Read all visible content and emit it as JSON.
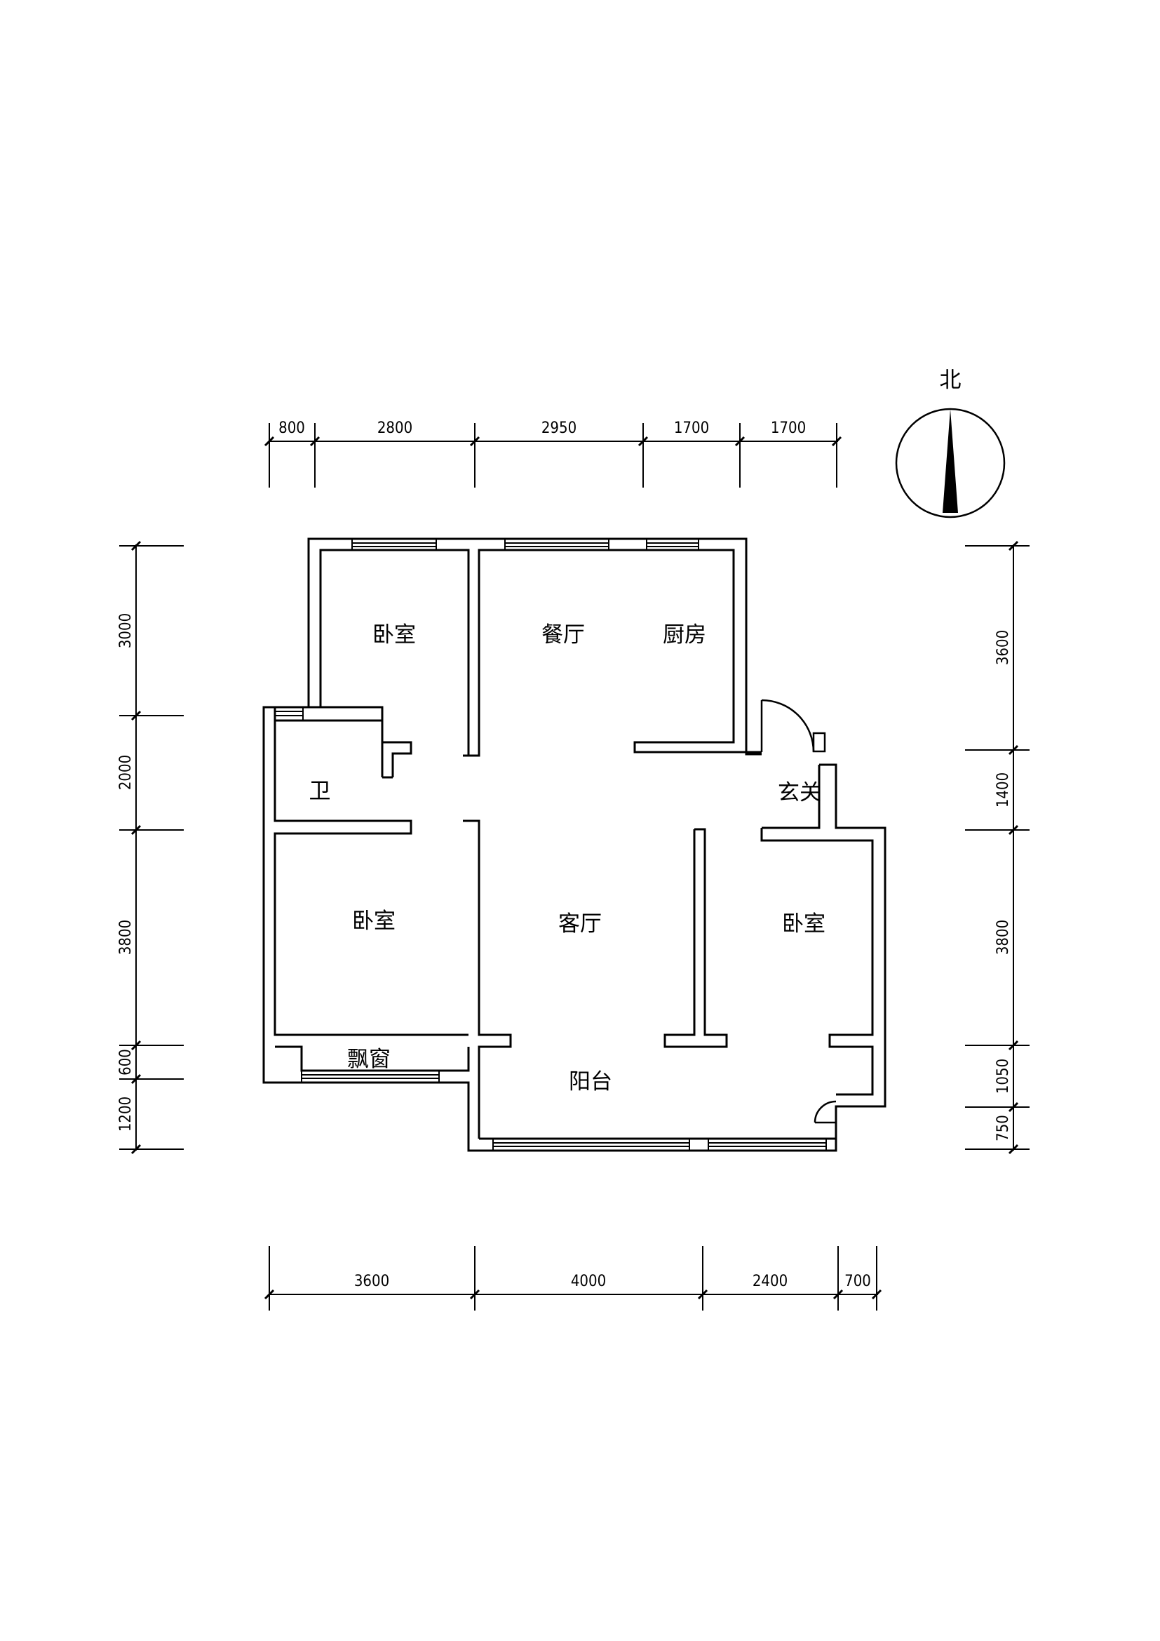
{
  "compass": {
    "label": "北"
  },
  "dimensions": {
    "top": [
      "800",
      "2800",
      "2950",
      "1700",
      "1700"
    ],
    "bottom": [
      "3600",
      "4000",
      "2400",
      "700"
    ],
    "left": [
      "3000",
      "2000",
      "3800",
      "600",
      "1200"
    ],
    "right": [
      "3600",
      "1400",
      "3800",
      "1050",
      "750"
    ]
  },
  "rooms": {
    "bedroom_north": "卧室",
    "dining": "餐厅",
    "kitchen": "厨房",
    "bathroom": "卫",
    "entry": "玄关",
    "bedroom_west": "卧室",
    "living": "客厅",
    "bedroom_east": "卧室",
    "bay_window": "飘窗",
    "balcony": "阳台"
  }
}
